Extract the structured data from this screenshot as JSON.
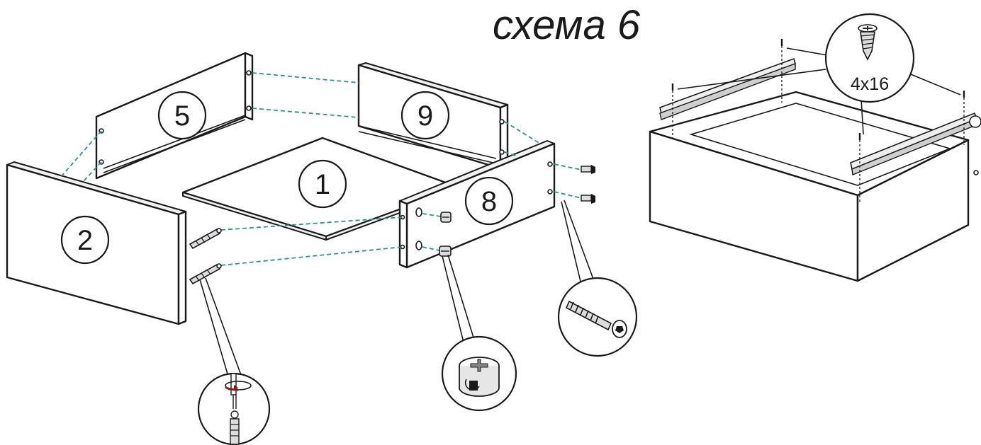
{
  "title": "схема 6",
  "parts": {
    "bottom": "1",
    "front": "2",
    "side_left": "5",
    "side_right": "8",
    "back": "9"
  },
  "screw_spec": "4x16",
  "colors": {
    "guide_dash": "#2f8f8f",
    "ink": "#1a1a1a",
    "background": "#ffffff"
  },
  "icons": [
    "dowel-icon",
    "screwdriver-icon",
    "cam-lock-icon",
    "euro-screw-icon",
    "wood-screw-icon"
  ]
}
